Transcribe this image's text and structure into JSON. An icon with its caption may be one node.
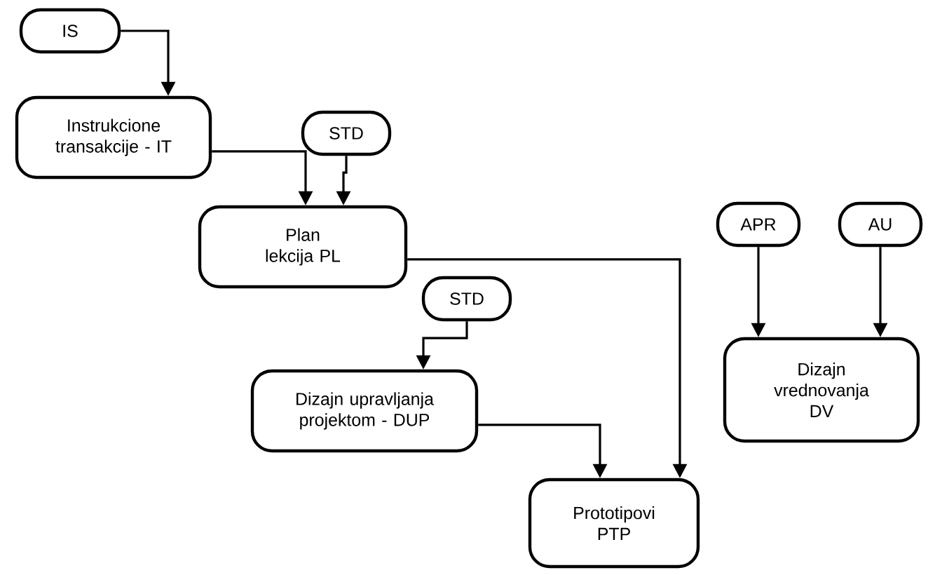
{
  "diagram": {
    "nodes": [
      {
        "text": [
          "IS"
        ]
      },
      {
        "text": [
          "Instrukcione transakcije - IT"
        ]
      },
      {
        "text": [
          "STD"
        ]
      },
      {
        "text": [
          "Plan lekcija PL"
        ]
      },
      {
        "text": [
          "STD"
        ]
      },
      {
        "text": [
          "Dizajn upravljanja projektom - DUP"
        ]
      },
      {
        "text": [
          "Prototipovi PTP"
        ]
      },
      {
        "text": [
          "APR"
        ]
      },
      {
        "text": [
          "AU"
        ]
      },
      {
        "text": [
          "Dizajn vrednovanja DV"
        ]
      }
    ],
    "edges": [
      {
        "from": 0,
        "to": 1,
        "arrow": "to"
      },
      {
        "from": 1,
        "to": 3,
        "arrow": "to"
      },
      {
        "from": 2,
        "to": 3,
        "arrow": "to"
      },
      {
        "from": 3,
        "to": 6,
        "arrow": "to"
      },
      {
        "from": 4,
        "to": 5,
        "arrow": "to"
      },
      {
        "from": 5,
        "to": 6,
        "arrow": "to"
      },
      {
        "from": 7,
        "to": 9,
        "arrow": "to"
      },
      {
        "from": 8,
        "to": 9,
        "arrow": "to"
      }
    ]
  }
}
